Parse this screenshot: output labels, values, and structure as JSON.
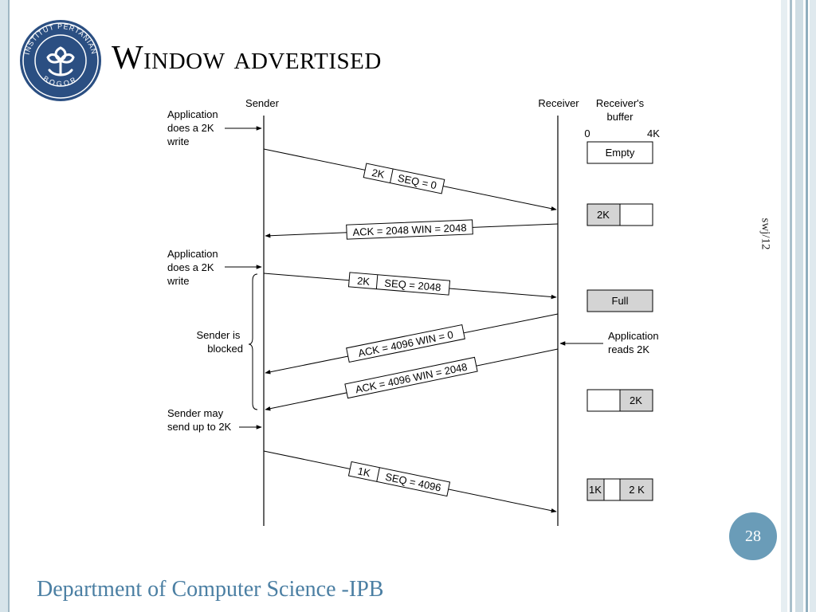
{
  "slide": {
    "title": "Window advertised",
    "footer": "Department of Computer Science -IPB",
    "page_number": "28",
    "side_note": "swj/12",
    "logo": {
      "ring_text_top": "INSTITUT PERTANIAN",
      "ring_text_bottom": "BOGOR"
    }
  },
  "diagram": {
    "sender_label": "Sender",
    "receiver_label": "Receiver",
    "buffer_label_line1": "Receiver's",
    "buffer_label_line2": "buffer",
    "scale_start": "0",
    "scale_end": "4K",
    "app_write1": [
      "Application",
      "does a 2K",
      "write"
    ],
    "app_write2": [
      "Application",
      "does a 2K",
      "write"
    ],
    "sender_blocked": [
      "Sender is",
      "blocked"
    ],
    "sender_may_send": [
      "Sender may",
      "send up to 2K"
    ],
    "app_reads": [
      "Application",
      "reads 2K"
    ],
    "messages": [
      {
        "size": "2K",
        "label": "SEQ = 0"
      },
      {
        "label": "ACK = 2048 WIN = 2048"
      },
      {
        "size": "2K",
        "label": "SEQ = 2048"
      },
      {
        "label": "ACK = 4096 WIN = 0"
      },
      {
        "label": "ACK = 4096 WIN = 2048"
      },
      {
        "size": "1K",
        "label": "SEQ = 4096"
      }
    ],
    "buffers": [
      {
        "text": "Empty"
      },
      {
        "text": "2K"
      },
      {
        "text": "Full"
      },
      {
        "text": "2K"
      },
      {
        "left": "1K",
        "right": "2 K"
      }
    ]
  }
}
